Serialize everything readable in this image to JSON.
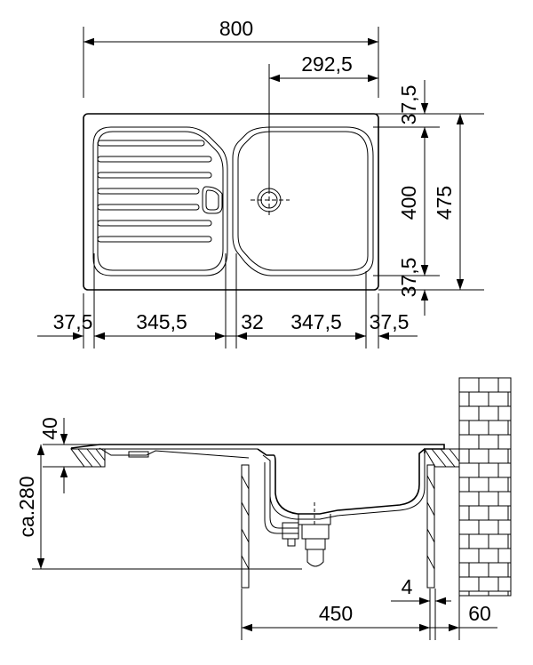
{
  "top_view": {
    "overall_width": "800",
    "bowl_center_offset": "292,5",
    "top_margin": "37,5",
    "bowl_depth": "400",
    "overall_depth": "475",
    "bottom_margin": "37,5",
    "left_margin": "37,5",
    "drainer_width": "345,5",
    "gap": "32",
    "bowl_width": "347,5",
    "right_margin": "37,5"
  },
  "side_view": {
    "rim_height": "40",
    "total_height": "ca.280",
    "wall_gap": "4",
    "cabinet_depth": "450",
    "wall_offset": "60"
  },
  "colors": {
    "line": "#000000",
    "background": "#ffffff"
  }
}
